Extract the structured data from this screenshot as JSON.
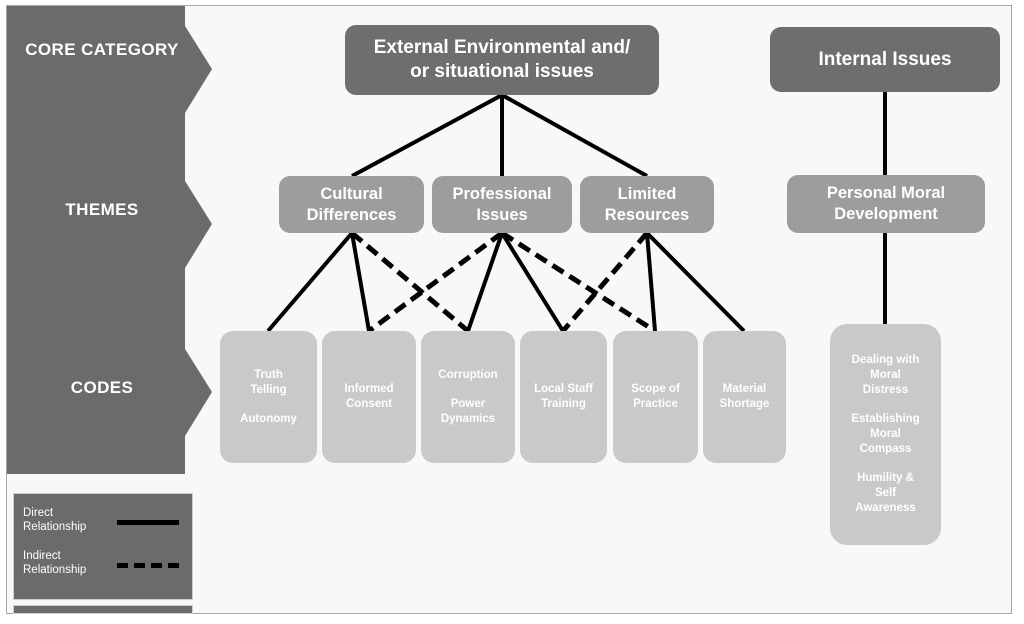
{
  "diagram": {
    "title_row_labels": {
      "core": "CORE\nCATEGORY",
      "core_line1": "CORE",
      "core_line2": "CATEGORY",
      "themes": "THEMES",
      "codes": "CODES"
    },
    "colors": {
      "sidebar": "#6b6b6b",
      "core_box": "#6e6e6e",
      "theme_box": "#9d9d9d",
      "code_box": "#c9c9c9",
      "connector": "#000000",
      "canvas": "#f8f8f8",
      "frame_border": "#a8a8a8",
      "text_on_dark": "#ffffff"
    },
    "legend": {
      "direct_line1": "Direct",
      "direct_line2": "Relationship",
      "indirect_line1": "Indirect",
      "indirect_line2": "Relationship"
    },
    "core_categories": [
      {
        "id": "external",
        "line1": "External Environmental and/",
        "line2": "or situational issues"
      },
      {
        "id": "internal",
        "line1": "Internal Issues",
        "line2": ""
      }
    ],
    "themes": [
      {
        "id": "cultural",
        "line1": "Cultural",
        "line2": "Differences"
      },
      {
        "id": "professional",
        "line1": "Professional",
        "line2": "Issues"
      },
      {
        "id": "limited",
        "line1": "Limited",
        "line2": "Resources"
      },
      {
        "id": "personal-moral",
        "line1": "Personal Moral",
        "line2": "Development"
      }
    ],
    "codes": [
      {
        "id": "code-1",
        "groups": [
          [
            "Truth",
            "Telling"
          ],
          [
            "Autonomy"
          ]
        ]
      },
      {
        "id": "code-2",
        "groups": [
          [
            "Informed",
            "Consent"
          ]
        ]
      },
      {
        "id": "code-3",
        "groups": [
          [
            "Corruption"
          ],
          [
            "Power",
            "Dynamics"
          ]
        ]
      },
      {
        "id": "code-4",
        "groups": [
          [
            "Local Staff",
            "Training"
          ]
        ]
      },
      {
        "id": "code-5",
        "groups": [
          [
            "Scope of",
            "Practice"
          ]
        ]
      },
      {
        "id": "code-6",
        "groups": [
          [
            "Material",
            "Shortage"
          ]
        ]
      },
      {
        "id": "code-7",
        "groups": [
          [
            "Dealing with",
            "Moral",
            "Distress"
          ],
          [
            "Establishing",
            "Moral",
            "Compass"
          ],
          [
            "Humility &",
            "Self",
            "Awareness"
          ]
        ]
      }
    ],
    "relationships": [
      {
        "from": "external",
        "to": "cultural",
        "type": "direct"
      },
      {
        "from": "external",
        "to": "professional",
        "type": "direct"
      },
      {
        "from": "external",
        "to": "limited",
        "type": "direct"
      },
      {
        "from": "internal",
        "to": "personal-moral",
        "type": "direct"
      },
      {
        "from": "cultural",
        "to": "code-1",
        "type": "direct"
      },
      {
        "from": "cultural",
        "to": "code-2",
        "type": "direct"
      },
      {
        "from": "cultural",
        "to": "code-3",
        "type": "indirect"
      },
      {
        "from": "professional",
        "to": "code-2",
        "type": "indirect"
      },
      {
        "from": "professional",
        "to": "code-3",
        "type": "direct"
      },
      {
        "from": "professional",
        "to": "code-4",
        "type": "direct"
      },
      {
        "from": "professional",
        "to": "code-5",
        "type": "indirect"
      },
      {
        "from": "limited",
        "to": "code-4",
        "type": "indirect"
      },
      {
        "from": "limited",
        "to": "code-5",
        "type": "direct"
      },
      {
        "from": "limited",
        "to": "code-6",
        "type": "direct"
      },
      {
        "from": "personal-moral",
        "to": "code-7",
        "type": "direct"
      }
    ]
  }
}
